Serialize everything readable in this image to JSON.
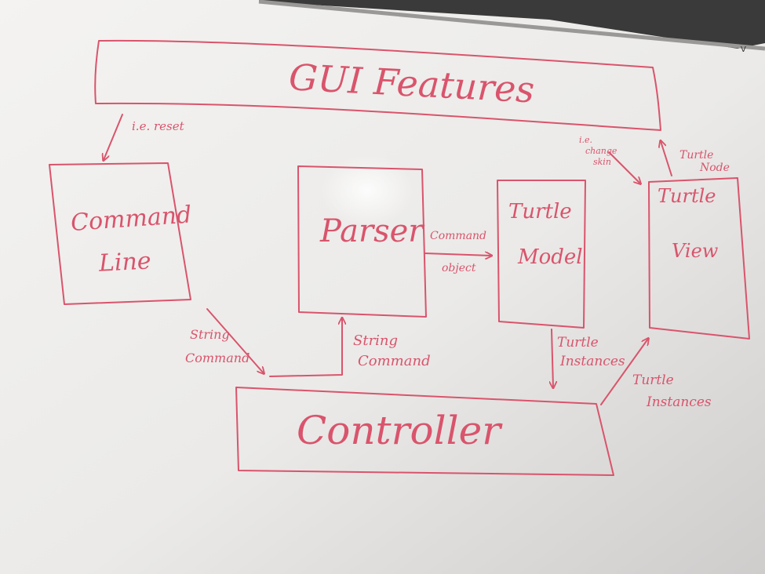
{
  "colors": {
    "marker": "#d9546c",
    "board_light": "#f1f0ee",
    "board_mid": "#e4e2e0",
    "board_dark": "#c9c7c6",
    "frame": "#9a9896",
    "wall": "#2c2c2c"
  },
  "diagram": {
    "gui_features": "GUI Features",
    "reset_note": "i.e. reset",
    "command_line": [
      "Command",
      "Line"
    ],
    "parser": "Parser",
    "turtle_model": [
      "Turtle",
      "Model"
    ],
    "turtle_view": [
      "Turtle",
      "View"
    ],
    "controller": "Controller",
    "command_object": [
      "Command",
      "object"
    ],
    "change_skin": [
      "i.e.",
      "change",
      "skin"
    ],
    "turtle_node": [
      "Turtle",
      "Node"
    ],
    "string_command_in": [
      "String",
      "Command"
    ],
    "string_command_out": [
      "String",
      "Command"
    ],
    "turtle_instances_down": [
      "Turtle",
      "Instances"
    ],
    "turtle_instances_up": [
      "Turtle",
      "Instances"
    ]
  }
}
